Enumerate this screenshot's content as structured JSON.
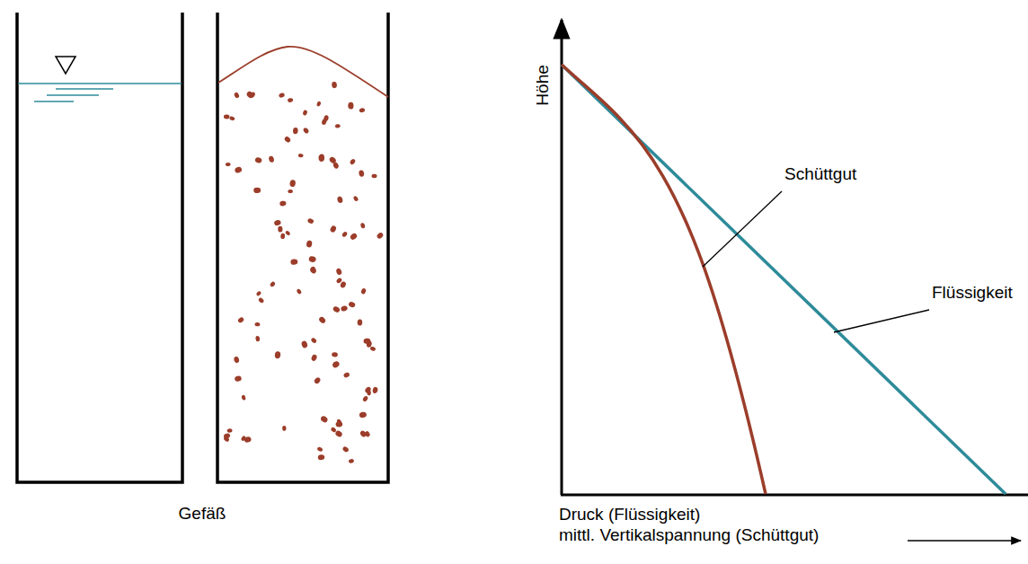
{
  "diagram": {
    "labels": [
      "Gefäß",
      "Höhe",
      "Schüttgut",
      "Flüssigkeit",
      "Druck (Flüssigkeit)",
      "mittl. Vertikalspannung (Schüttgut)"
    ]
  }
}
